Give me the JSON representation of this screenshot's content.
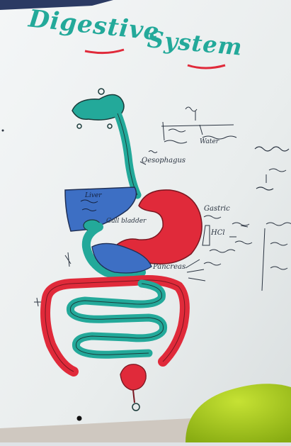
{
  "title": {
    "line1": "Digestive",
    "line2": "System"
  },
  "labels": {
    "oesophagus": "Oesophagus",
    "liver": "Liver",
    "gall_bladder": "Gall bladder",
    "gastric": "Gastric",
    "hcl": "HCl",
    "pancreas": "Pancreas",
    "water": "Water"
  },
  "colors": {
    "teal": "#23a99a",
    "red": "#e02a3a",
    "blue": "#3d6fc4",
    "board": "#eef1f2",
    "frame": "#2b3a63",
    "green_object": "#a4c81e"
  }
}
